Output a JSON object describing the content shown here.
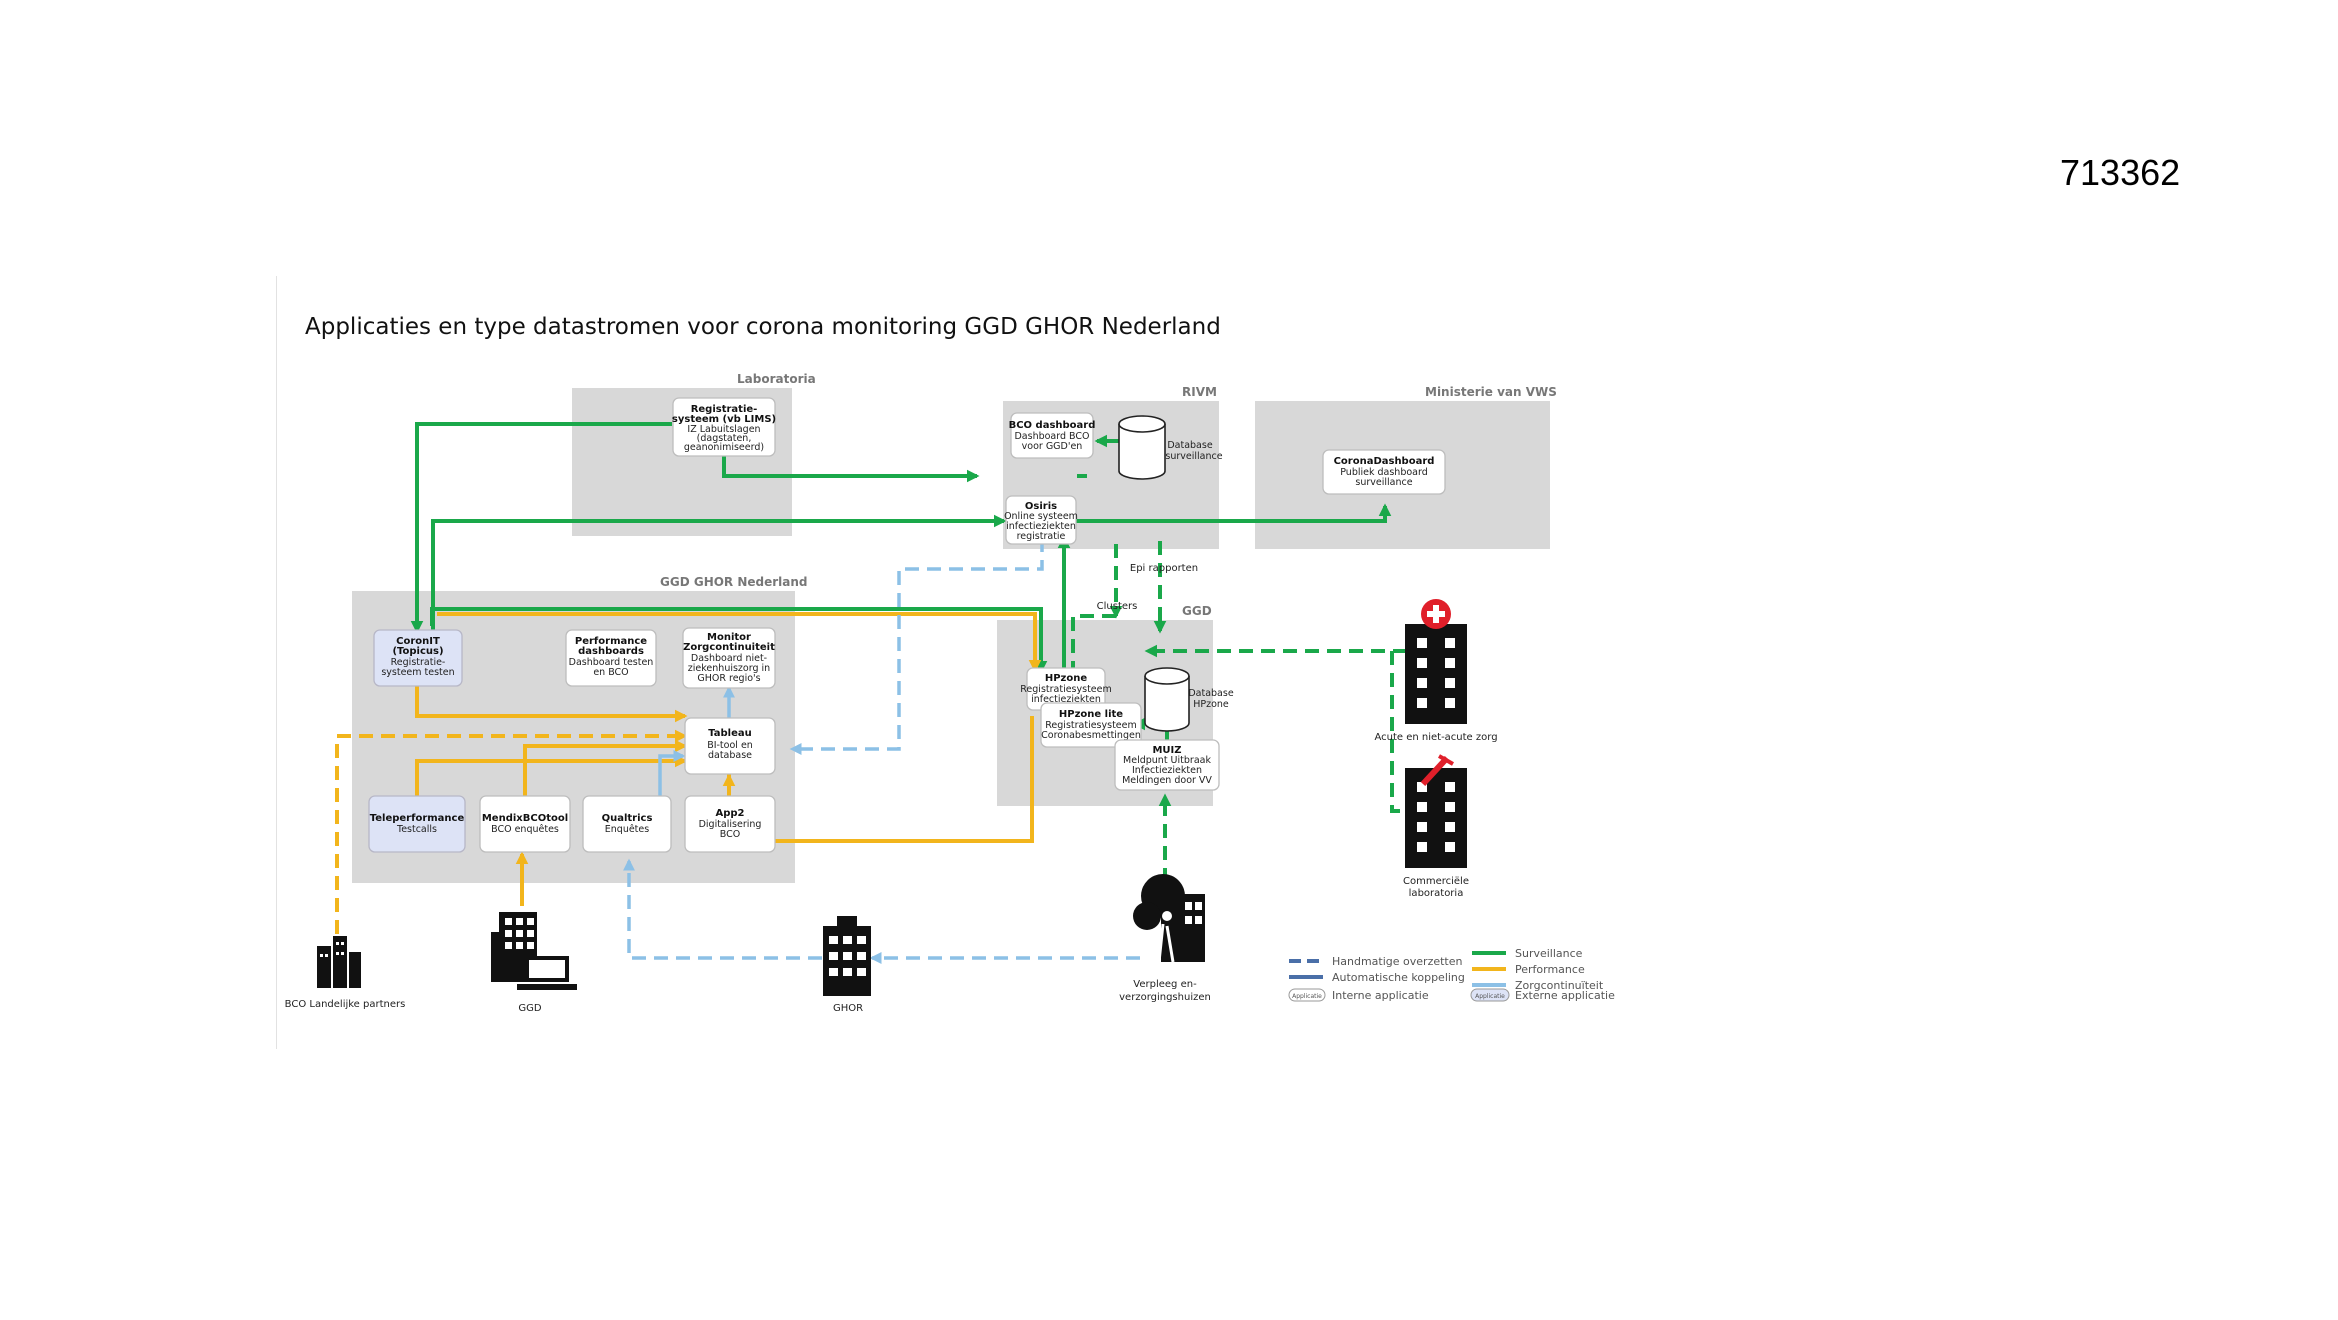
{
  "doc_number": "713362",
  "title": "Applicaties en type datastromen voor corona monitoring GGD GHOR Nederland",
  "regions": {
    "laboratoria": "Laboratoria",
    "rivm": "RIVM",
    "vws": "Ministerie van VWS",
    "ggd_ghor": "GGD GHOR Nederland",
    "ggd": "GGD"
  },
  "apps": {
    "registratie": [
      "Registratie-",
      "systeem (vb LIMS)",
      "IZ Labuitslagen",
      "(dagstaten,",
      "geanonimiseerd)"
    ],
    "bco_dashboard": [
      "BCO dashboard",
      "Dashboard BCO",
      "voor GGD'en"
    ],
    "osiris": [
      "Osiris",
      "Online systeem",
      "infectieziekten",
      "registratie"
    ],
    "coronadashboard": [
      "CoronaDashboard",
      "Publiek dashboard",
      "surveillance"
    ],
    "coronit": [
      "CoronIT",
      "(Topicus)",
      "Registratie-",
      "systeem testen"
    ],
    "performance": [
      "Performance",
      "dashboards",
      "Dashboard testen",
      "en BCO"
    ],
    "monitor": [
      "Monitor",
      "Zorgcontinuiteit",
      "Dashboard niet-",
      "ziekenhuiszorg in",
      "GHOR regio's"
    ],
    "tableau": [
      "Tableau",
      "BI-tool en",
      "database"
    ],
    "teleperformance": [
      "Teleperformance",
      "Testcalls"
    ],
    "mendix": [
      "MendixBCOtool",
      "BCO enquêtes"
    ],
    "qualtrics": [
      "Qualtrics",
      "Enquêtes"
    ],
    "app2": [
      "App2",
      "Digitalisering",
      "BCO"
    ],
    "hpzone": [
      "HPzone",
      "Registratiesysteem",
      "infectieziekten"
    ],
    "hpzone_lite": [
      "HPzone lite",
      "Registratiesysteem",
      "Coronabesmettingen"
    ],
    "muiz": [
      "MUIZ",
      "Meldpunt Uitbraak",
      "Infectieziekten",
      "Meldingen door VV"
    ]
  },
  "databases": {
    "surveillance": [
      "Database",
      "surveillance"
    ],
    "hpzone_db": [
      "Database",
      "HPzone"
    ]
  },
  "flow_labels": {
    "epi": "Epi rapporten",
    "clusters": "Clusters"
  },
  "actors": {
    "acute_zorg": "Acute en niet-acute zorg",
    "commerciele_labs": [
      "Commerciële",
      "laboratoria"
    ],
    "bco_partners": "BCO Landelijke partners",
    "ggd": "GGD",
    "ghor": "GHOR",
    "verpleeg": [
      "Verpleeg en-",
      "verzorgingshuizen"
    ]
  },
  "legend": {
    "handmatig": "Handmatige overzetten",
    "automatisch": "Automatische koppeling",
    "interne": "Interne applicatie",
    "externe": "Externe applicatie",
    "app_chip": "Applicatie",
    "surveillance": "Surveillance",
    "performance": "Performance",
    "zorgcontinuiteit": "Zorgcontinuïteit"
  },
  "colors": {
    "surveillance": "#1aa84a",
    "performance": "#f2b51c",
    "zorgcontinuiteit": "#8cc0e6",
    "legend_line": "#4a6fa8",
    "region": "#d8d8d8",
    "external_app": "#dde3f6"
  }
}
